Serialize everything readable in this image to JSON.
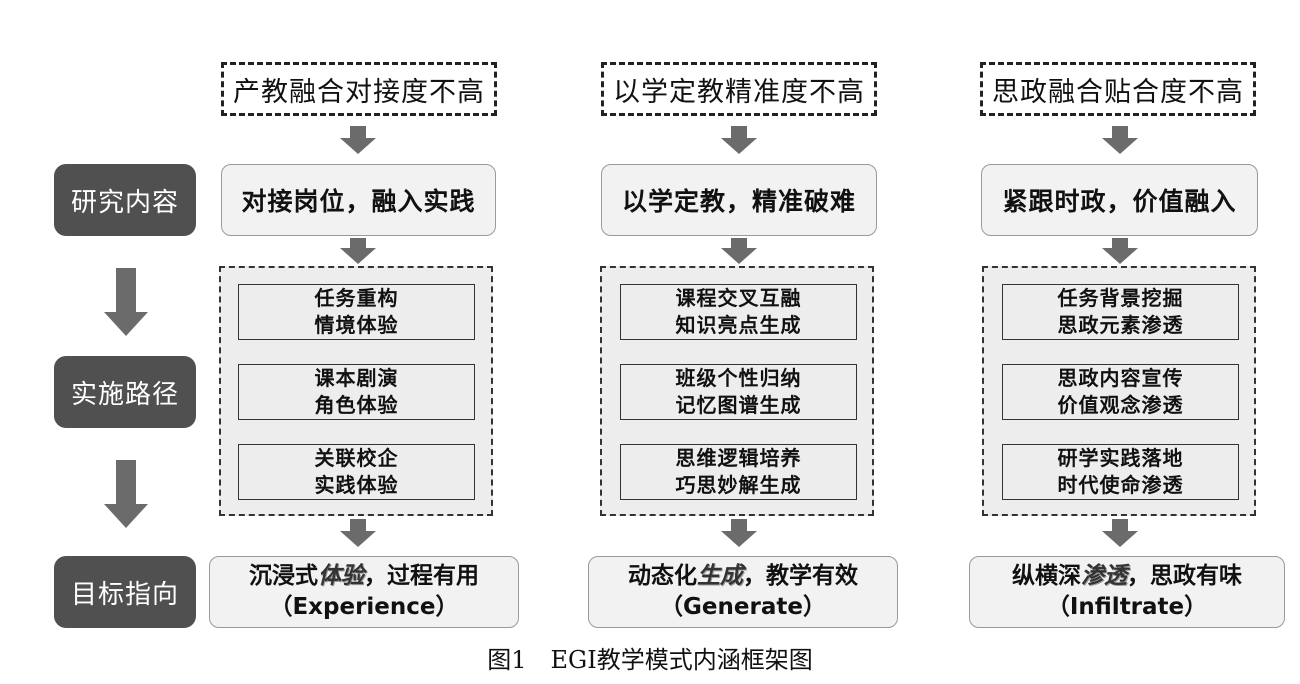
{
  "side_labels": {
    "research": "研究内容",
    "implementation": "实施路径",
    "goal": "目标指向"
  },
  "columns": [
    {
      "problem": "产教融合对接度不高",
      "content": "对接岗位，融入实践",
      "paths": [
        [
          "任务重构",
          "情境体验"
        ],
        [
          "课本剧演",
          "角色体验"
        ],
        [
          "关联校企",
          "实践体验"
        ]
      ],
      "goal": {
        "prefix": "沉浸式",
        "highlight": "体验",
        "suffix": "，过程有用",
        "english": "（Experience）"
      }
    },
    {
      "problem": "以学定教精准度不高",
      "content": "以学定教，精准破难",
      "paths": [
        [
          "课程交叉互融",
          "知识亮点生成"
        ],
        [
          "班级个性归纳",
          "记忆图谱生成"
        ],
        [
          "思维逻辑培养",
          "巧思妙解生成"
        ]
      ],
      "goal": {
        "prefix": "动态化",
        "highlight": "生成",
        "suffix": "，教学有效",
        "english": "（Generate）"
      }
    },
    {
      "problem": "思政融合贴合度不高",
      "content": "紧跟时政，价值融入",
      "paths": [
        [
          "任务背景挖掘",
          "思政元素渗透"
        ],
        [
          "思政内容宣传",
          "价值观念渗透"
        ],
        [
          "研学实践落地",
          "时代使命渗透"
        ]
      ],
      "goal": {
        "prefix": "纵横深",
        "highlight": "渗透",
        "suffix": "，思政有味",
        "english": "（Infiltrate）"
      }
    }
  ],
  "caption": "图1　EGI教学模式内涵框架图",
  "colors": {
    "side_label_bg": "#505050",
    "arrow": "#6b6b6b",
    "box_bg": "#f2f2f2",
    "panel_bg": "#ededed"
  }
}
